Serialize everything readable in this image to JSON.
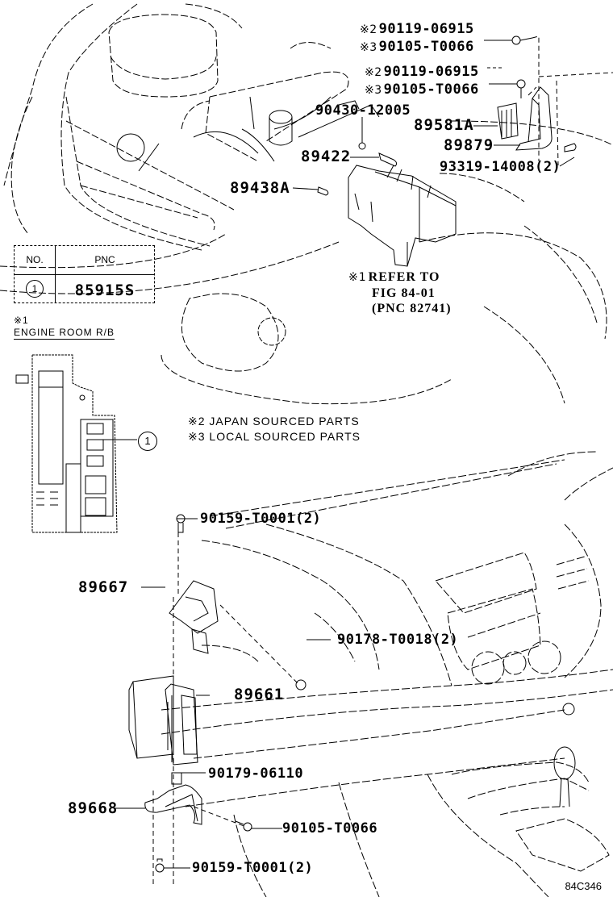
{
  "diagram": {
    "title": "Engine room relay block and dash ECU parts diagram",
    "figure_id": "84C346"
  },
  "parts": {
    "p90119_06915_a": {
      "mark": "※2",
      "code": "90119-06915"
    },
    "p90105_T0066_a": {
      "mark": "※3",
      "code": "90105-T0066"
    },
    "p90119_06915_b": {
      "mark": "※2",
      "code": "90119-06915"
    },
    "p90105_T0066_b": {
      "mark": "※3",
      "code": "90105-T0066"
    },
    "p90430_12005": {
      "code": "90430-12005"
    },
    "p89581A": {
      "code": "89581A"
    },
    "p89879": {
      "code": "89879"
    },
    "p89422": {
      "code": "89422"
    },
    "p93319_14008": {
      "code": "93319-14008(2)"
    },
    "p89438A": {
      "code": "89438A"
    },
    "p90159_T0001_top": {
      "code": "90159-T0001(2)"
    },
    "p89667": {
      "code": "89667"
    },
    "p90178_T0018": {
      "code": "90178-T0018(2)"
    },
    "p89661": {
      "code": "89661"
    },
    "p90179_06110": {
      "code": "90179-06110"
    },
    "p89668": {
      "code": "89668"
    },
    "p90105_T0066_c": {
      "code": "90105-T0066"
    },
    "p90159_T0001_bottom": {
      "code": "90159-T0001(2)"
    }
  },
  "refer": {
    "mark": "※1",
    "line1": "REFER TO",
    "line2": "FIG 84-01",
    "line3": "(PNC 82741)"
  },
  "pnc_table": {
    "headers": [
      "NO.",
      "PNC"
    ],
    "rows": [
      {
        "no": "1",
        "pnc": "85915S"
      }
    ]
  },
  "relay_block": {
    "mark": "※1",
    "title": "ENGINE ROOM R/B",
    "callout": "1"
  },
  "legend": [
    {
      "mark": "※2",
      "text": "JAPAN SOURCED PARTS"
    },
    {
      "mark": "※3",
      "text": "LOCAL SOURCED PARTS"
    }
  ]
}
